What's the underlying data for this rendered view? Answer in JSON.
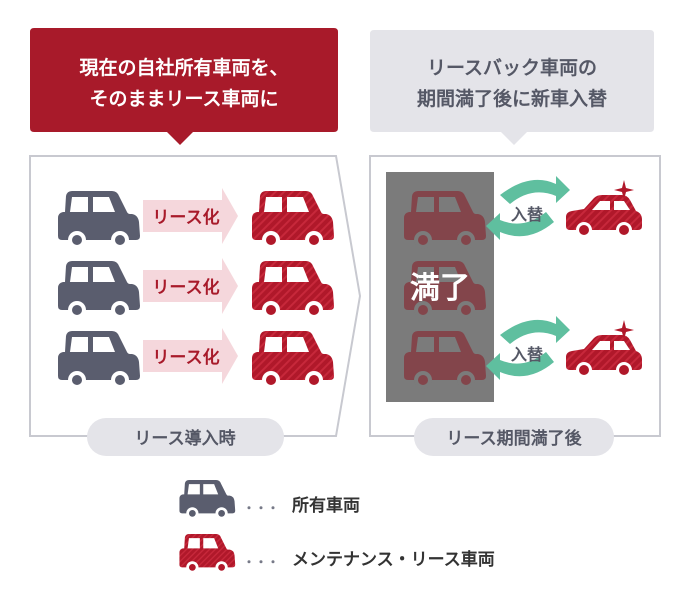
{
  "left": {
    "callout_line1": "現在の自社所有車両を、",
    "callout_line2": "そのままリース車両に",
    "arrow_label": "リース化",
    "footer_label": "リース導入時"
  },
  "right": {
    "callout_line1": "リースバック車両の",
    "callout_line2": "期間満了後に新車入替",
    "expired_label": "満了",
    "swap_label": "入替",
    "footer_label": "リース期間満了後"
  },
  "legend": {
    "owned_dots": "・・・",
    "owned_label": "所有車両",
    "lease_dots": "・・・",
    "lease_label": "メンテナンス・リース車両"
  },
  "colors": {
    "red": "#b0182a",
    "red_callout": "#a81a2a",
    "gray_car": "#5a5d6e",
    "pink_arrow": "#f5d7dc",
    "light_gray": "#e4e4e9",
    "green": "#5fbf9f",
    "sparkle": "#b0182a"
  }
}
